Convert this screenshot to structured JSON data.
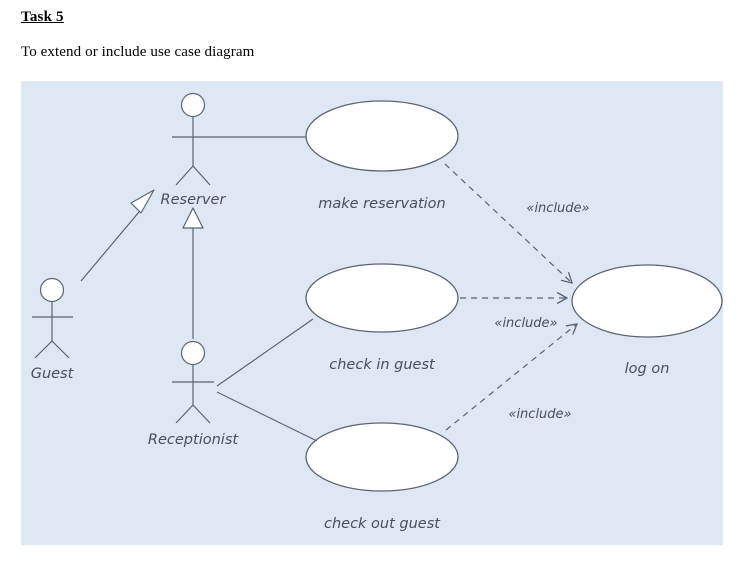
{
  "document": {
    "task_title": "Task 5",
    "task_description": "To extend or include use case diagram"
  },
  "diagram": {
    "type": "uml-use-case-diagram",
    "background_color": "#dee7f4",
    "stroke_color": "#5a6472",
    "text_color": "#4a4f5c",
    "shape_fill": "#ffffff",
    "actors": [
      {
        "id": "guest",
        "label": "Guest"
      },
      {
        "id": "reserver",
        "label": "Reserver"
      },
      {
        "id": "receptionist",
        "label": "Receptionist"
      }
    ],
    "use_cases": [
      {
        "id": "make-reservation",
        "label": "make reservation"
      },
      {
        "id": "check-in-guest",
        "label": "check in guest"
      },
      {
        "id": "check-out-guest",
        "label": "check out guest"
      },
      {
        "id": "log-on",
        "label": "log on"
      }
    ],
    "relationships": [
      {
        "id": "guest-generalizes-reserver",
        "type": "generalization",
        "from": "Guest",
        "to": "Reserver",
        "label": ""
      },
      {
        "id": "receptionist-generalizes-reserver",
        "type": "generalization",
        "from": "Receptionist",
        "to": "Reserver",
        "label": ""
      },
      {
        "id": "reserver-make-reservation",
        "type": "association",
        "from": "Reserver",
        "to": "make reservation",
        "label": ""
      },
      {
        "id": "receptionist-check-in-guest",
        "type": "association",
        "from": "Receptionist",
        "to": "check in guest",
        "label": ""
      },
      {
        "id": "receptionist-check-out-guest",
        "type": "association",
        "from": "Receptionist",
        "to": "check out guest",
        "label": ""
      },
      {
        "id": "make-reservation-include-log-on",
        "type": "include",
        "from": "make reservation",
        "to": "log on",
        "label": "«include»"
      },
      {
        "id": "check-in-guest-include-log-on",
        "type": "include",
        "from": "check in guest",
        "to": "log on",
        "label": "«include»"
      },
      {
        "id": "check-out-guest-include-log-on",
        "type": "include",
        "from": "check out guest",
        "to": "log on",
        "label": "«include»"
      }
    ],
    "stereotype_labels": {
      "include_1": "«include»",
      "include_2": "«include»",
      "include_3": "«include»"
    }
  }
}
